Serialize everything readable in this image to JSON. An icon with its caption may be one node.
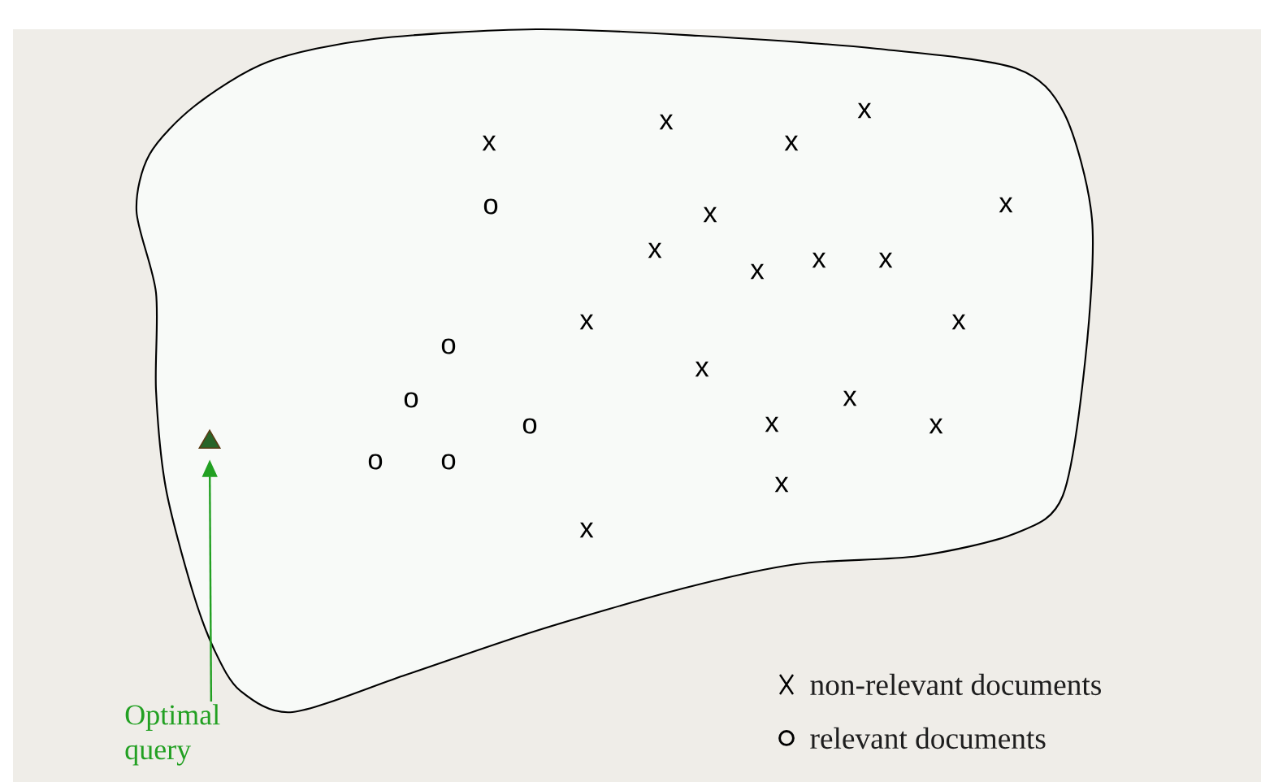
{
  "diagram": {
    "nodes": [
      {
        "text": [
          "Optimal query"
        ]
      },
      {
        "text": [],
        "shape": "triangle"
      }
    ],
    "edges": [
      {
        "from": 0,
        "to": 1,
        "arrow": "to",
        "color": "#22a022"
      }
    ],
    "labels": [
      "x",
      "x",
      "x",
      "x",
      "x",
      "o",
      "x",
      "x",
      "x",
      "x",
      "x",
      "x",
      "x",
      "o",
      "x",
      "x",
      "o",
      "x",
      "o",
      "x",
      "o",
      "o",
      "x",
      "x"
    ],
    "legend": [
      {
        "text": "non-relevant documents"
      },
      {
        "text": "relevant documents"
      }
    ]
  }
}
